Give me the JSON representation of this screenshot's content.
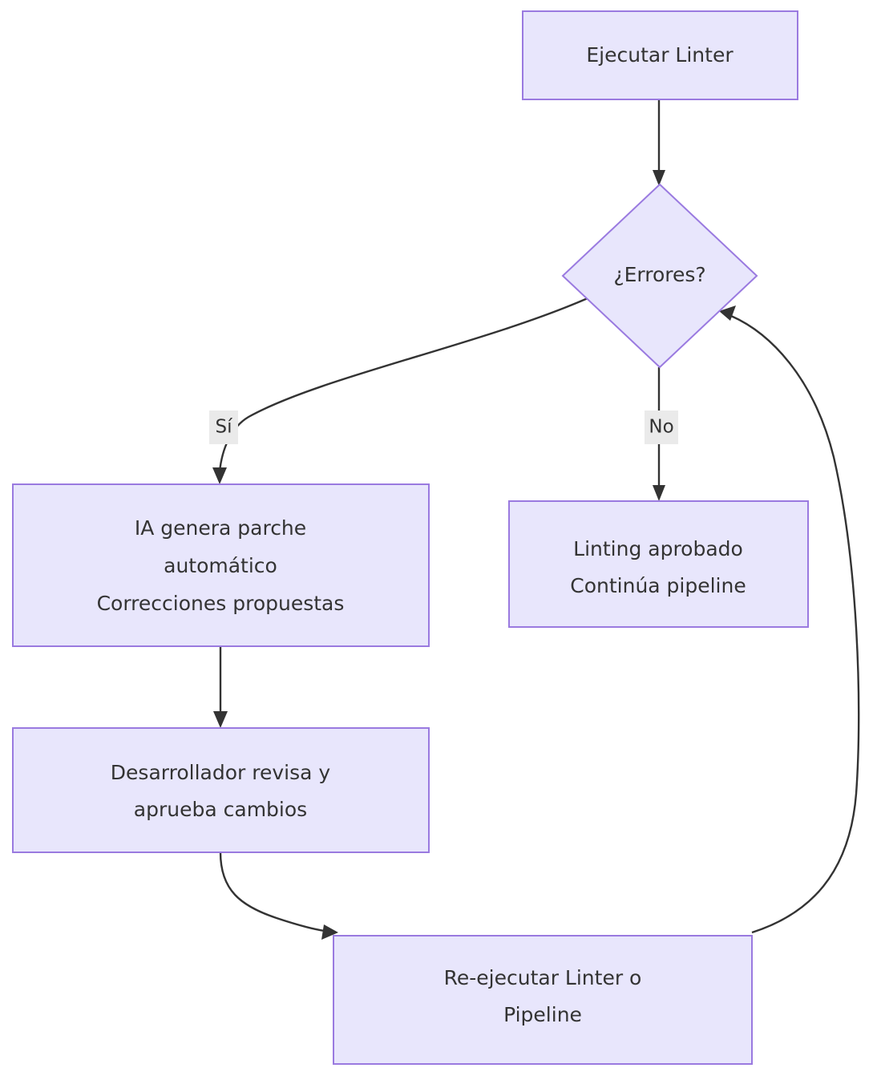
{
  "diagram": {
    "kind": "flowchart",
    "direction": "top-down",
    "theme": {
      "node_fill": "#e8e6fc",
      "node_stroke": "#9a7ae0",
      "edge_stroke": "#333333",
      "text_color": "#333333",
      "edge_label_bg": "#eaeaea",
      "canvas_bg": "#ffffff"
    },
    "nodes": {
      "run_linter": {
        "shape": "rectangle",
        "lines": [
          "Ejecutar Linter"
        ],
        "line1": "Ejecutar Linter"
      },
      "errors_decision": {
        "shape": "diamond",
        "lines": [
          "¿Errores?"
        ],
        "line1": "¿Errores?"
      },
      "ai_patch": {
        "shape": "rectangle",
        "lines": [
          "IA genera parche",
          "automático",
          "Correcciones propuestas"
        ],
        "line1": "IA genera parche",
        "line2": "automático",
        "line3": "Correcciones propuestas"
      },
      "lint_approved": {
        "shape": "rectangle",
        "lines": [
          "Linting aprobado",
          "Continúa pipeline"
        ],
        "line1": "Linting aprobado",
        "line2": "Continúa pipeline"
      },
      "dev_review": {
        "shape": "rectangle",
        "lines": [
          "Desarrollador revisa y",
          "aprueba cambios"
        ],
        "line1": "Desarrollador revisa y",
        "line2": "aprueba cambios"
      },
      "rerun": {
        "shape": "rectangle",
        "lines": [
          "Re-ejecutar Linter o",
          "Pipeline"
        ],
        "line1": "Re-ejecutar Linter o",
        "line2": "Pipeline"
      }
    },
    "edges": [
      {
        "id": "e1",
        "from": "run_linter",
        "to": "errors_decision",
        "label": ""
      },
      {
        "id": "e2",
        "from": "errors_decision",
        "to": "ai_patch",
        "label": "Sí"
      },
      {
        "id": "e3",
        "from": "errors_decision",
        "to": "lint_approved",
        "label": "No"
      },
      {
        "id": "e4",
        "from": "ai_patch",
        "to": "dev_review",
        "label": ""
      },
      {
        "id": "e5",
        "from": "dev_review",
        "to": "rerun",
        "label": ""
      },
      {
        "id": "e6",
        "from": "rerun",
        "to": "errors_decision",
        "label": ""
      }
    ],
    "edge_labels": {
      "yes": "Sí",
      "no": "No"
    }
  }
}
